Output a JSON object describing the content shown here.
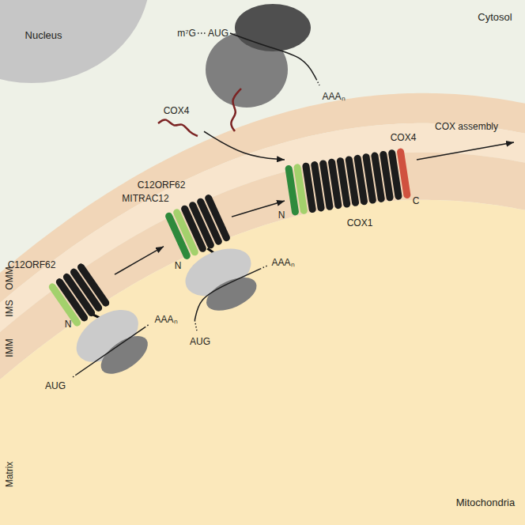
{
  "diagram": {
    "nodes": [
      {
        "text": [
          "COX4"
        ]
      },
      {
        "text": [
          "C12ORF62"
        ]
      },
      {
        "text": [
          "C12ORF62",
          "MITRAC12"
        ]
      },
      {
        "text": [
          "COX4",
          "COX1"
        ]
      }
    ],
    "edges": [
      {
        "from": 1,
        "to": 2,
        "arrow": "to"
      },
      {
        "from": 2,
        "to": 3,
        "arrow": "to"
      },
      {
        "from": 0,
        "to": 3,
        "arrow": "to"
      }
    ],
    "labels": [
      "Nucleus",
      "Cytosol",
      "m⁷G",
      "AUG",
      "AAAₙ",
      "OMM",
      "IMS",
      "IMM",
      "Matrix",
      "N",
      "AUG",
      "AAAₙ",
      "N",
      "AUG",
      "AAAₙ",
      "N",
      "C",
      "COX assembly",
      "Mitochondria"
    ]
  }
}
